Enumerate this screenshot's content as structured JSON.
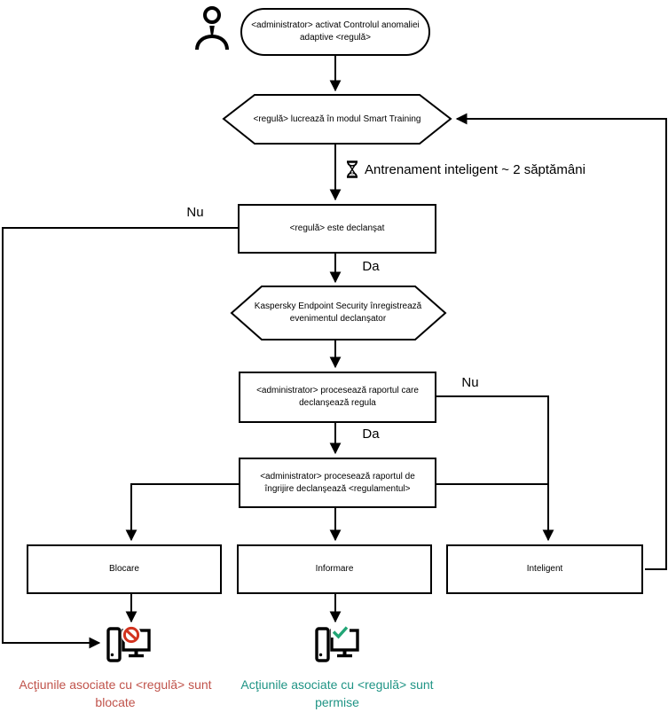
{
  "diagram": {
    "nodes": {
      "start": "<administrator> activat Controlul anomaliei adaptive <regulă>",
      "smart_training": "<regulă> lucrează în modul Smart Training",
      "rule_triggered": "<regulă> este declanşat",
      "kes_registers": "Kaspersky Endpoint Security înregistrează evenimentul declanşator",
      "admin_report": "<administrator> procesează raportul care declanşează regula",
      "admin_care_report": "<administrator> procesează raportul de îngrijire declanşează <regulamentul>",
      "block": "Blocare",
      "inform": "Informare",
      "smart": "Inteligent"
    },
    "edge_labels": {
      "no": "Nu",
      "yes": "Da"
    },
    "training_note": "Antrenament inteligent ~ 2 săptămâni",
    "captions": {
      "blocked": "Acţiunile asociate cu <regulă> sunt blocate",
      "allowed": "Acţiunile asociate cu <regulă> sunt permise"
    },
    "colors": {
      "line": "#000000",
      "blocked_text": "#c0534b",
      "allowed_text": "#1f9485",
      "prohibit_red": "#d2331f",
      "check_green": "#21a575"
    }
  }
}
